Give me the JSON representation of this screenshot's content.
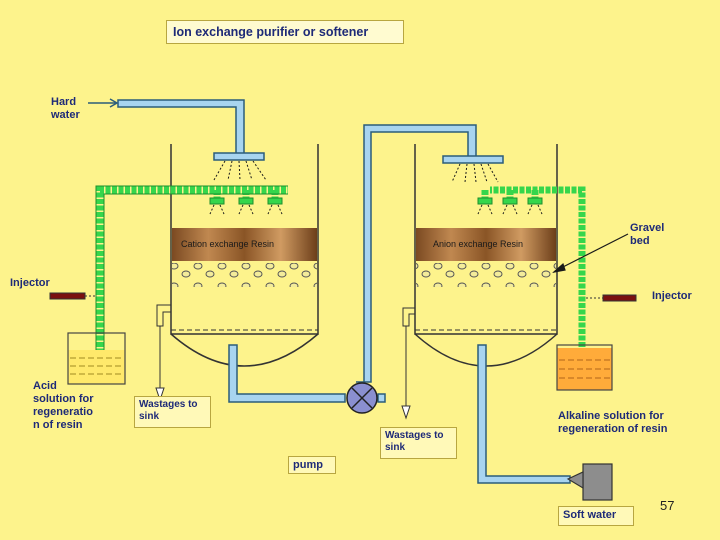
{
  "title": "Ion exchange purifier or softener",
  "labels": {
    "hard_water": [
      "Hard",
      "water"
    ],
    "injector_left": "Injector",
    "injector_right": "Injector",
    "gravel_bed": [
      "Gravel",
      "bed"
    ],
    "acid_solution": [
      "Acid",
      "solution for",
      "regeneratio",
      "n of resin"
    ],
    "wastages_left": [
      "Wastages to",
      "sink"
    ],
    "wastages_right": [
      "Wastages to",
      "sink"
    ],
    "pump": "pump",
    "alkaline_solution": [
      "Alkaline solution for",
      "regeneration of resin"
    ],
    "soft_water": "Soft water",
    "cation_resin": "Cation exchange Resin",
    "anion_resin": "Anion exchange Resin",
    "page_number": "57"
  },
  "colors": {
    "background": "#fdf38c",
    "water_pipe": "#a8d4f0",
    "regen_pipe": "#35d64b",
    "acid_liquid": "#ffe96b",
    "alkaline_liquid": "#ffab3a",
    "text": "#1e2a78"
  }
}
